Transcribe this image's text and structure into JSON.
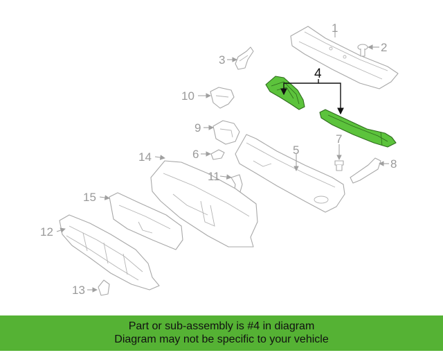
{
  "callouts": [
    "1",
    "2",
    "3",
    "4",
    "5",
    "6",
    "7",
    "8",
    "9",
    "10",
    "11",
    "12",
    "13",
    "14",
    "15"
  ],
  "highlighted_callout": "4",
  "colors": {
    "highlight": "#5cc33c",
    "banner": "#55b234",
    "outline": "#a8a8a8"
  },
  "banner": {
    "line1": "Part or sub-assembly is #4 in diagram",
    "line2": "Diagram may not be specific to your vehicle"
  }
}
